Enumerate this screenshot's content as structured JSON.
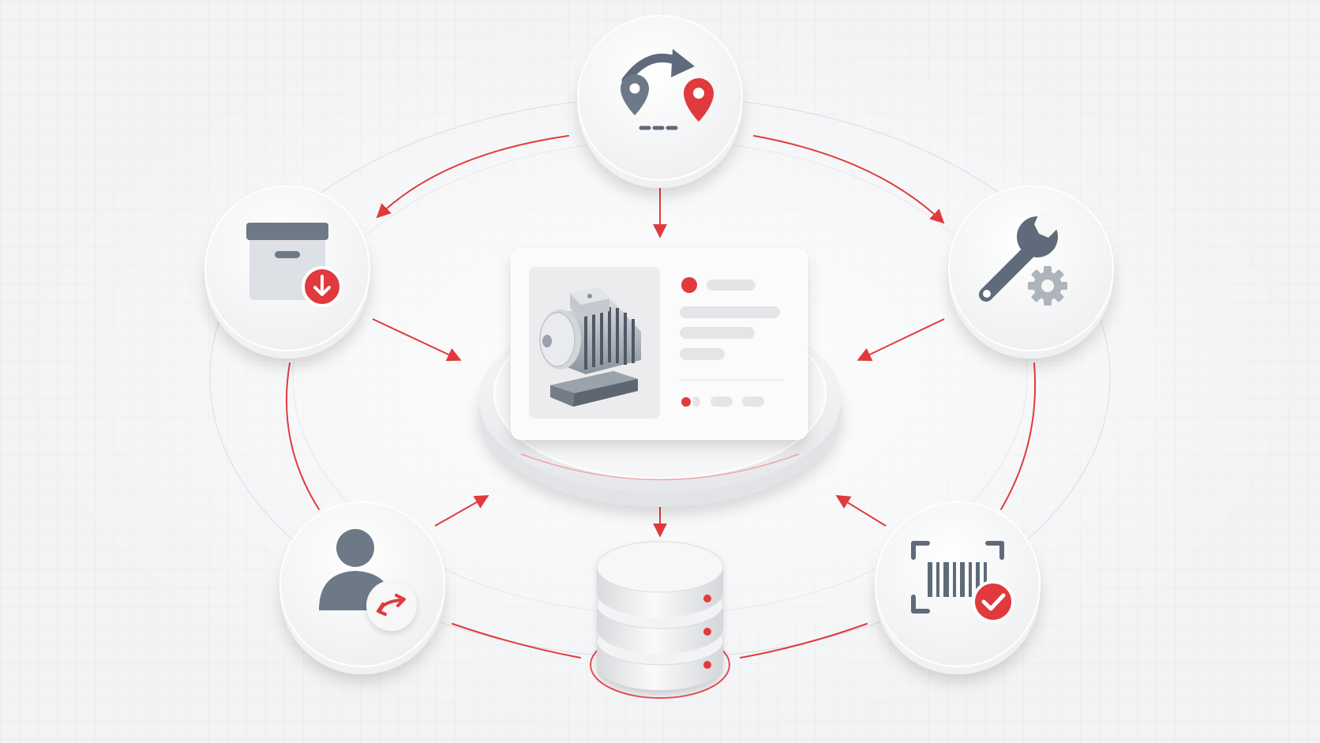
{
  "diagram": {
    "hub": {
      "name": "asset-record-card",
      "image_icon": "electric-motor-icon",
      "label_icon": "status-dot-icon",
      "footer_icon": "pagination-dots-icon"
    },
    "nodes": [
      {
        "name": "relocation-node",
        "icon": "location-transfer-icon"
      },
      {
        "name": "receiving-node",
        "icon": "inbound-box-icon"
      },
      {
        "name": "maintenance-node",
        "icon": "wrench-gear-icon"
      },
      {
        "name": "reassignment-node",
        "icon": "user-transfer-icon"
      },
      {
        "name": "barcode-verification-node",
        "icon": "barcode-check-icon"
      },
      {
        "name": "database-node",
        "icon": "database-server-icon"
      }
    ],
    "colors": {
      "accent": "#e03a3e",
      "icon_gray": "#5f6b7a",
      "node_fill": "#f7f7f8",
      "background": "#f2f3f5"
    }
  }
}
